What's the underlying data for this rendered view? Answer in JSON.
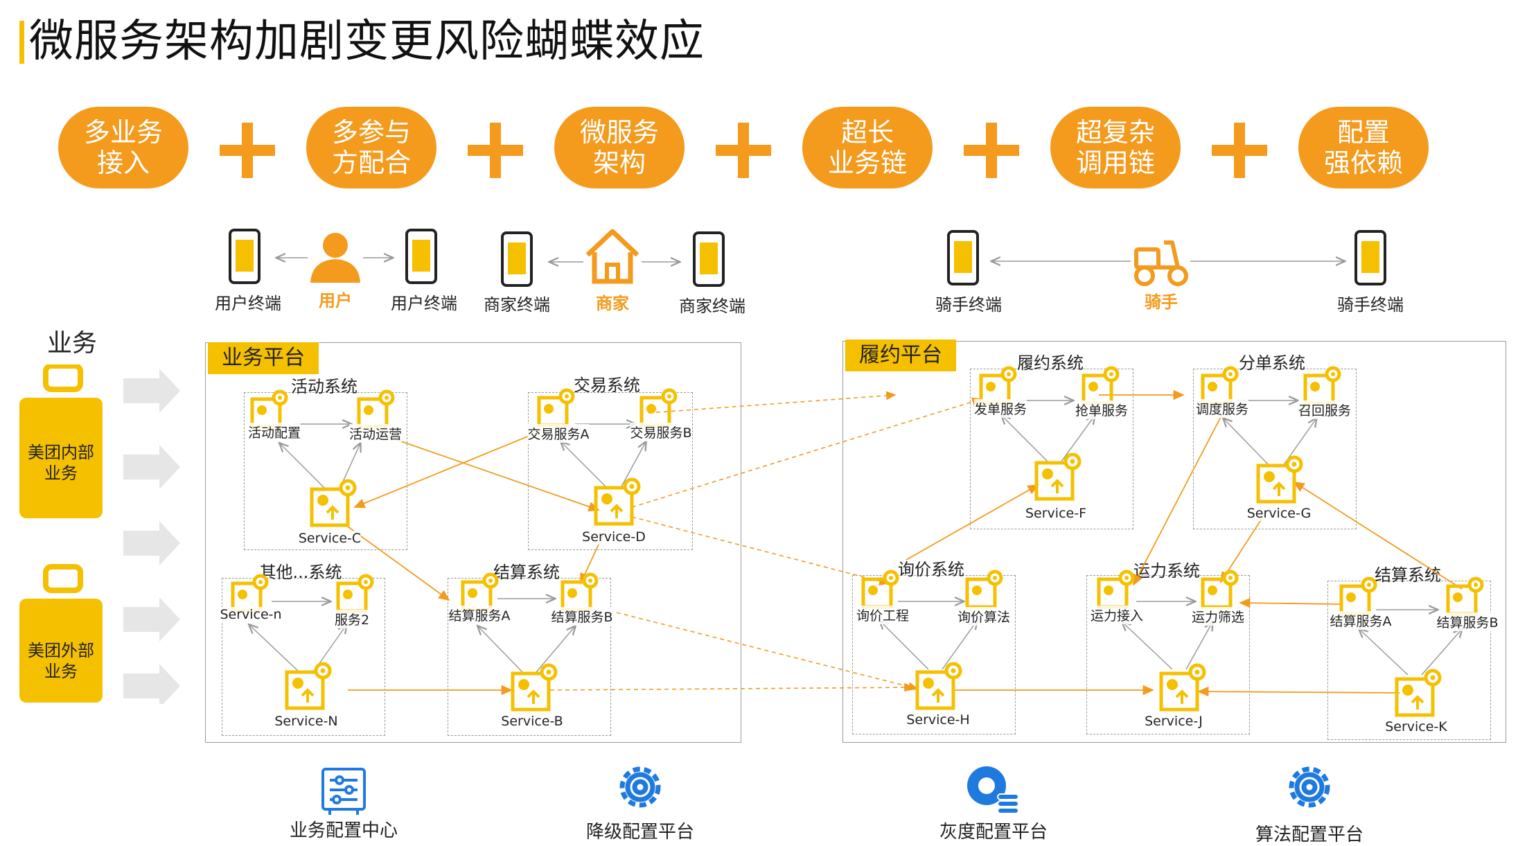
{
  "title": "微服务架构加剧变更风险蝴蝶效应",
  "factors": [
    {
      "line1": "多业务",
      "line2": "接入"
    },
    {
      "line1": "多参与",
      "line2": "方配合"
    },
    {
      "line1": "微服务",
      "line2": "架构"
    },
    {
      "line1": "超长",
      "line2": "业务链"
    },
    {
      "line1": "超复杂",
      "line2": "调用链"
    },
    {
      "line1": "配置",
      "line2": "强依赖"
    }
  ],
  "actors": {
    "user_terminal_left": "用户终端",
    "user": "用户",
    "user_terminal_right": "用户终端",
    "merchant_terminal_left": "商家终端",
    "merchant": "商家",
    "merchant_terminal_right": "商家终端",
    "rider_terminal_left": "骑手终端",
    "rider": "骑手",
    "rider_terminal_right": "骑手终端"
  },
  "business": {
    "heading": "业务",
    "internal": {
      "line1": "美团内部",
      "line2": "业务"
    },
    "external": {
      "line1": "美团外部",
      "line2": "业务"
    }
  },
  "left_platform": {
    "tag": "业务平台",
    "systems": {
      "activity": "活动系统",
      "trade": "交易系统",
      "other": "其他...系统",
      "settle": "结算系统"
    },
    "nodes": {
      "activity_config": "活动配置",
      "activity_ops": "活动运营",
      "service_c": "Service-C",
      "trade_a": "交易服务A",
      "trade_b": "交易服务B",
      "service_d": "Service-D",
      "service_n_small": "Service-n",
      "service_2": "服务2",
      "service_n": "Service-N",
      "settle_a": "结算服务A",
      "settle_b": "结算服务B",
      "service_b": "Service-B"
    }
  },
  "right_platform": {
    "tag": "履约平台",
    "systems": {
      "fulfil": "履约系统",
      "dispatch": "分单系统",
      "inquiry": "询价系统",
      "capacity": "运力系统",
      "settle": "结算系统"
    },
    "nodes": {
      "send_order": "发单服务",
      "grab_order": "抢单服务",
      "service_f": "Service-F",
      "schedule": "调度服务",
      "recall": "召回服务",
      "service_g": "Service-G",
      "inquiry_eng": "询价工程",
      "inquiry_algo": "询价算法",
      "service_h": "Service-H",
      "cap_access": "运力接入",
      "cap_filter": "运力筛选",
      "service_j": "Service-J",
      "settle_a": "结算服务A",
      "settle_b": "结算服务B",
      "service_k": "Service-K"
    }
  },
  "tools": [
    {
      "label": "业务配置中心",
      "icon": "config-center-icon"
    },
    {
      "label": "降级配置平台",
      "icon": "gear-icon"
    },
    {
      "label": "灰度配置平台",
      "icon": "gear-database-icon"
    },
    {
      "label": "算法配置平台",
      "icon": "gear-icon"
    }
  ],
  "colors": {
    "accent_orange": "#f49a1c",
    "accent_yellow": "#f5c000",
    "tool_blue": "#1f7ae0"
  }
}
